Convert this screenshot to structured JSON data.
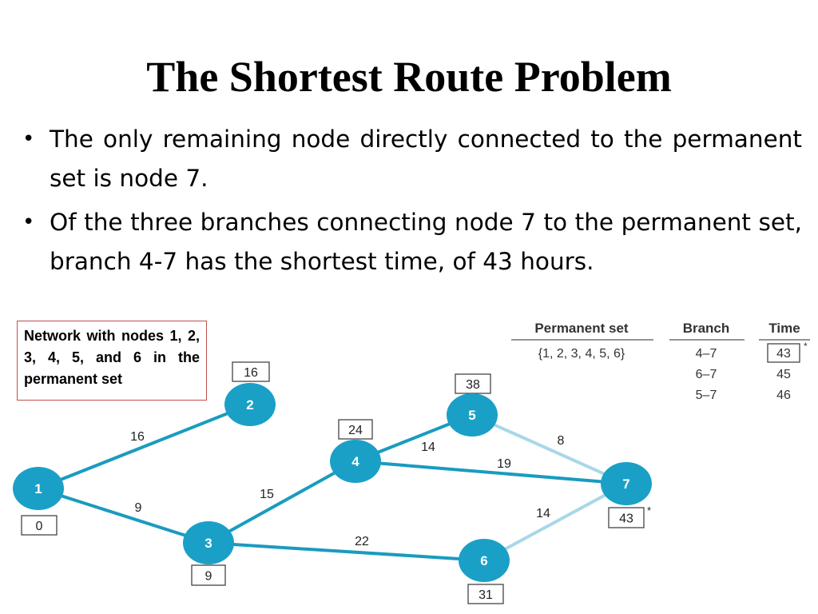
{
  "title": "The Shortest Route Problem",
  "bullets": [
    "The only remaining node directly connected to the permanent set is node 7.",
    "Of the three branches connecting node 7 to the permanent set, branch 4-7 has the shortest time, of 43 hours."
  ],
  "note": "Network with nodes 1, 2, 3, 4, 5, and 6 in the permanent set",
  "table": {
    "headers": [
      "Permanent set",
      "Branch",
      "Time"
    ],
    "permanent_set": "{1, 2, 3, 4, 5, 6}",
    "rows": [
      {
        "branch": "4–7",
        "time": "43",
        "boxed": true,
        "star": "*"
      },
      {
        "branch": "6–7",
        "time": "45",
        "boxed": false,
        "star": ""
      },
      {
        "branch": "5–7",
        "time": "46",
        "boxed": false,
        "star": ""
      }
    ]
  },
  "network": {
    "colors": {
      "node": "#1aa0c7",
      "edge": "#1a9bbf",
      "edge_light": "#a9d7e8"
    },
    "nodes": [
      {
        "id": "1",
        "label": "1",
        "value": "0"
      },
      {
        "id": "2",
        "label": "2",
        "value": "16"
      },
      {
        "id": "3",
        "label": "3",
        "value": "9"
      },
      {
        "id": "4",
        "label": "4",
        "value": "24"
      },
      {
        "id": "5",
        "label": "5",
        "value": "38"
      },
      {
        "id": "6",
        "label": "6",
        "value": "31"
      },
      {
        "id": "7",
        "label": "7",
        "value": "43",
        "star": "*"
      }
    ],
    "edges": [
      {
        "from": "1",
        "to": "2",
        "weight": "16",
        "light": false
      },
      {
        "from": "1",
        "to": "3",
        "weight": "9",
        "light": false
      },
      {
        "from": "3",
        "to": "4",
        "weight": "15",
        "light": false
      },
      {
        "from": "3",
        "to": "6",
        "weight": "22",
        "light": false
      },
      {
        "from": "4",
        "to": "5",
        "weight": "14",
        "light": false
      },
      {
        "from": "4",
        "to": "7",
        "weight": "19",
        "light": false
      },
      {
        "from": "5",
        "to": "7",
        "weight": "8",
        "light": true
      },
      {
        "from": "6",
        "to": "7",
        "weight": "14",
        "light": true
      }
    ]
  }
}
